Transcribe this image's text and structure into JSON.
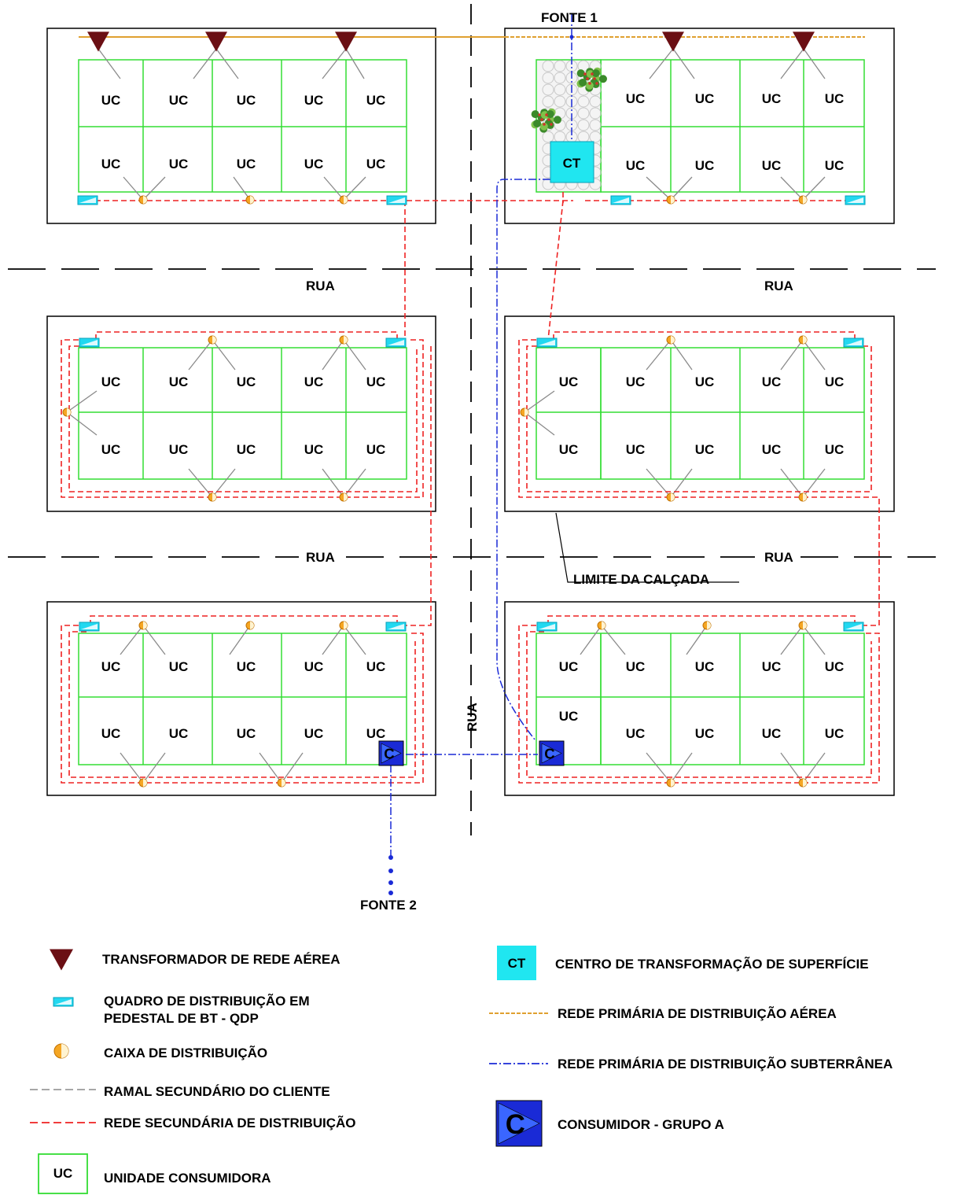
{
  "labels": {
    "fonte1": "FONTE 1",
    "fonte2": "FONTE 2",
    "rua": "RUA",
    "limite_calcada": "LIMITE DA CALÇADA",
    "uc": "UC",
    "ct": "CT",
    "consumer_letter": "C"
  },
  "legend": {
    "transformador": "TRANSFORMADOR DE REDE AÉREA",
    "qdp_line1": "QUADRO DE DISTRIBUIÇÃO EM",
    "qdp_line2": "PEDESTAL DE BT - QDP",
    "caixa": "CAIXA DE DISTRIBUIÇÃO",
    "ramal": "RAMAL SECUNDÁRIO DO CLIENTE",
    "rede_secundaria": "REDE SECUNDÁRIA DE DISTRIBUIÇÃO",
    "unidade": "UNIDADE CONSUMIDORA",
    "ct_desc": "CENTRO DE TRANSFORMAÇÃO DE SUPERFÍCIE",
    "rede_aerea": "REDE PRIMÁRIA DE DISTRIBUIÇÃO AÉREA",
    "rede_subterranea": "REDE PRIMÁRIA DE DISTRIBUIÇÃO SUBTERRÂNEA",
    "consumidor": "CONSUMIDOR - GRUPO A"
  },
  "colors": {
    "block_outline": "#000000",
    "uc_grid": "#33dd33",
    "transformer": "#6b0f14",
    "qdp": "#22d8f0",
    "caixa": "#f5a623",
    "ramal": "#8a8a8a",
    "secondary_network": "#ee2222",
    "primary_aerial": "#e0a030",
    "primary_underground": "#1a2ad6",
    "ct_fill": "#20e6f0",
    "consumer_fill": "#1a2ad6"
  }
}
